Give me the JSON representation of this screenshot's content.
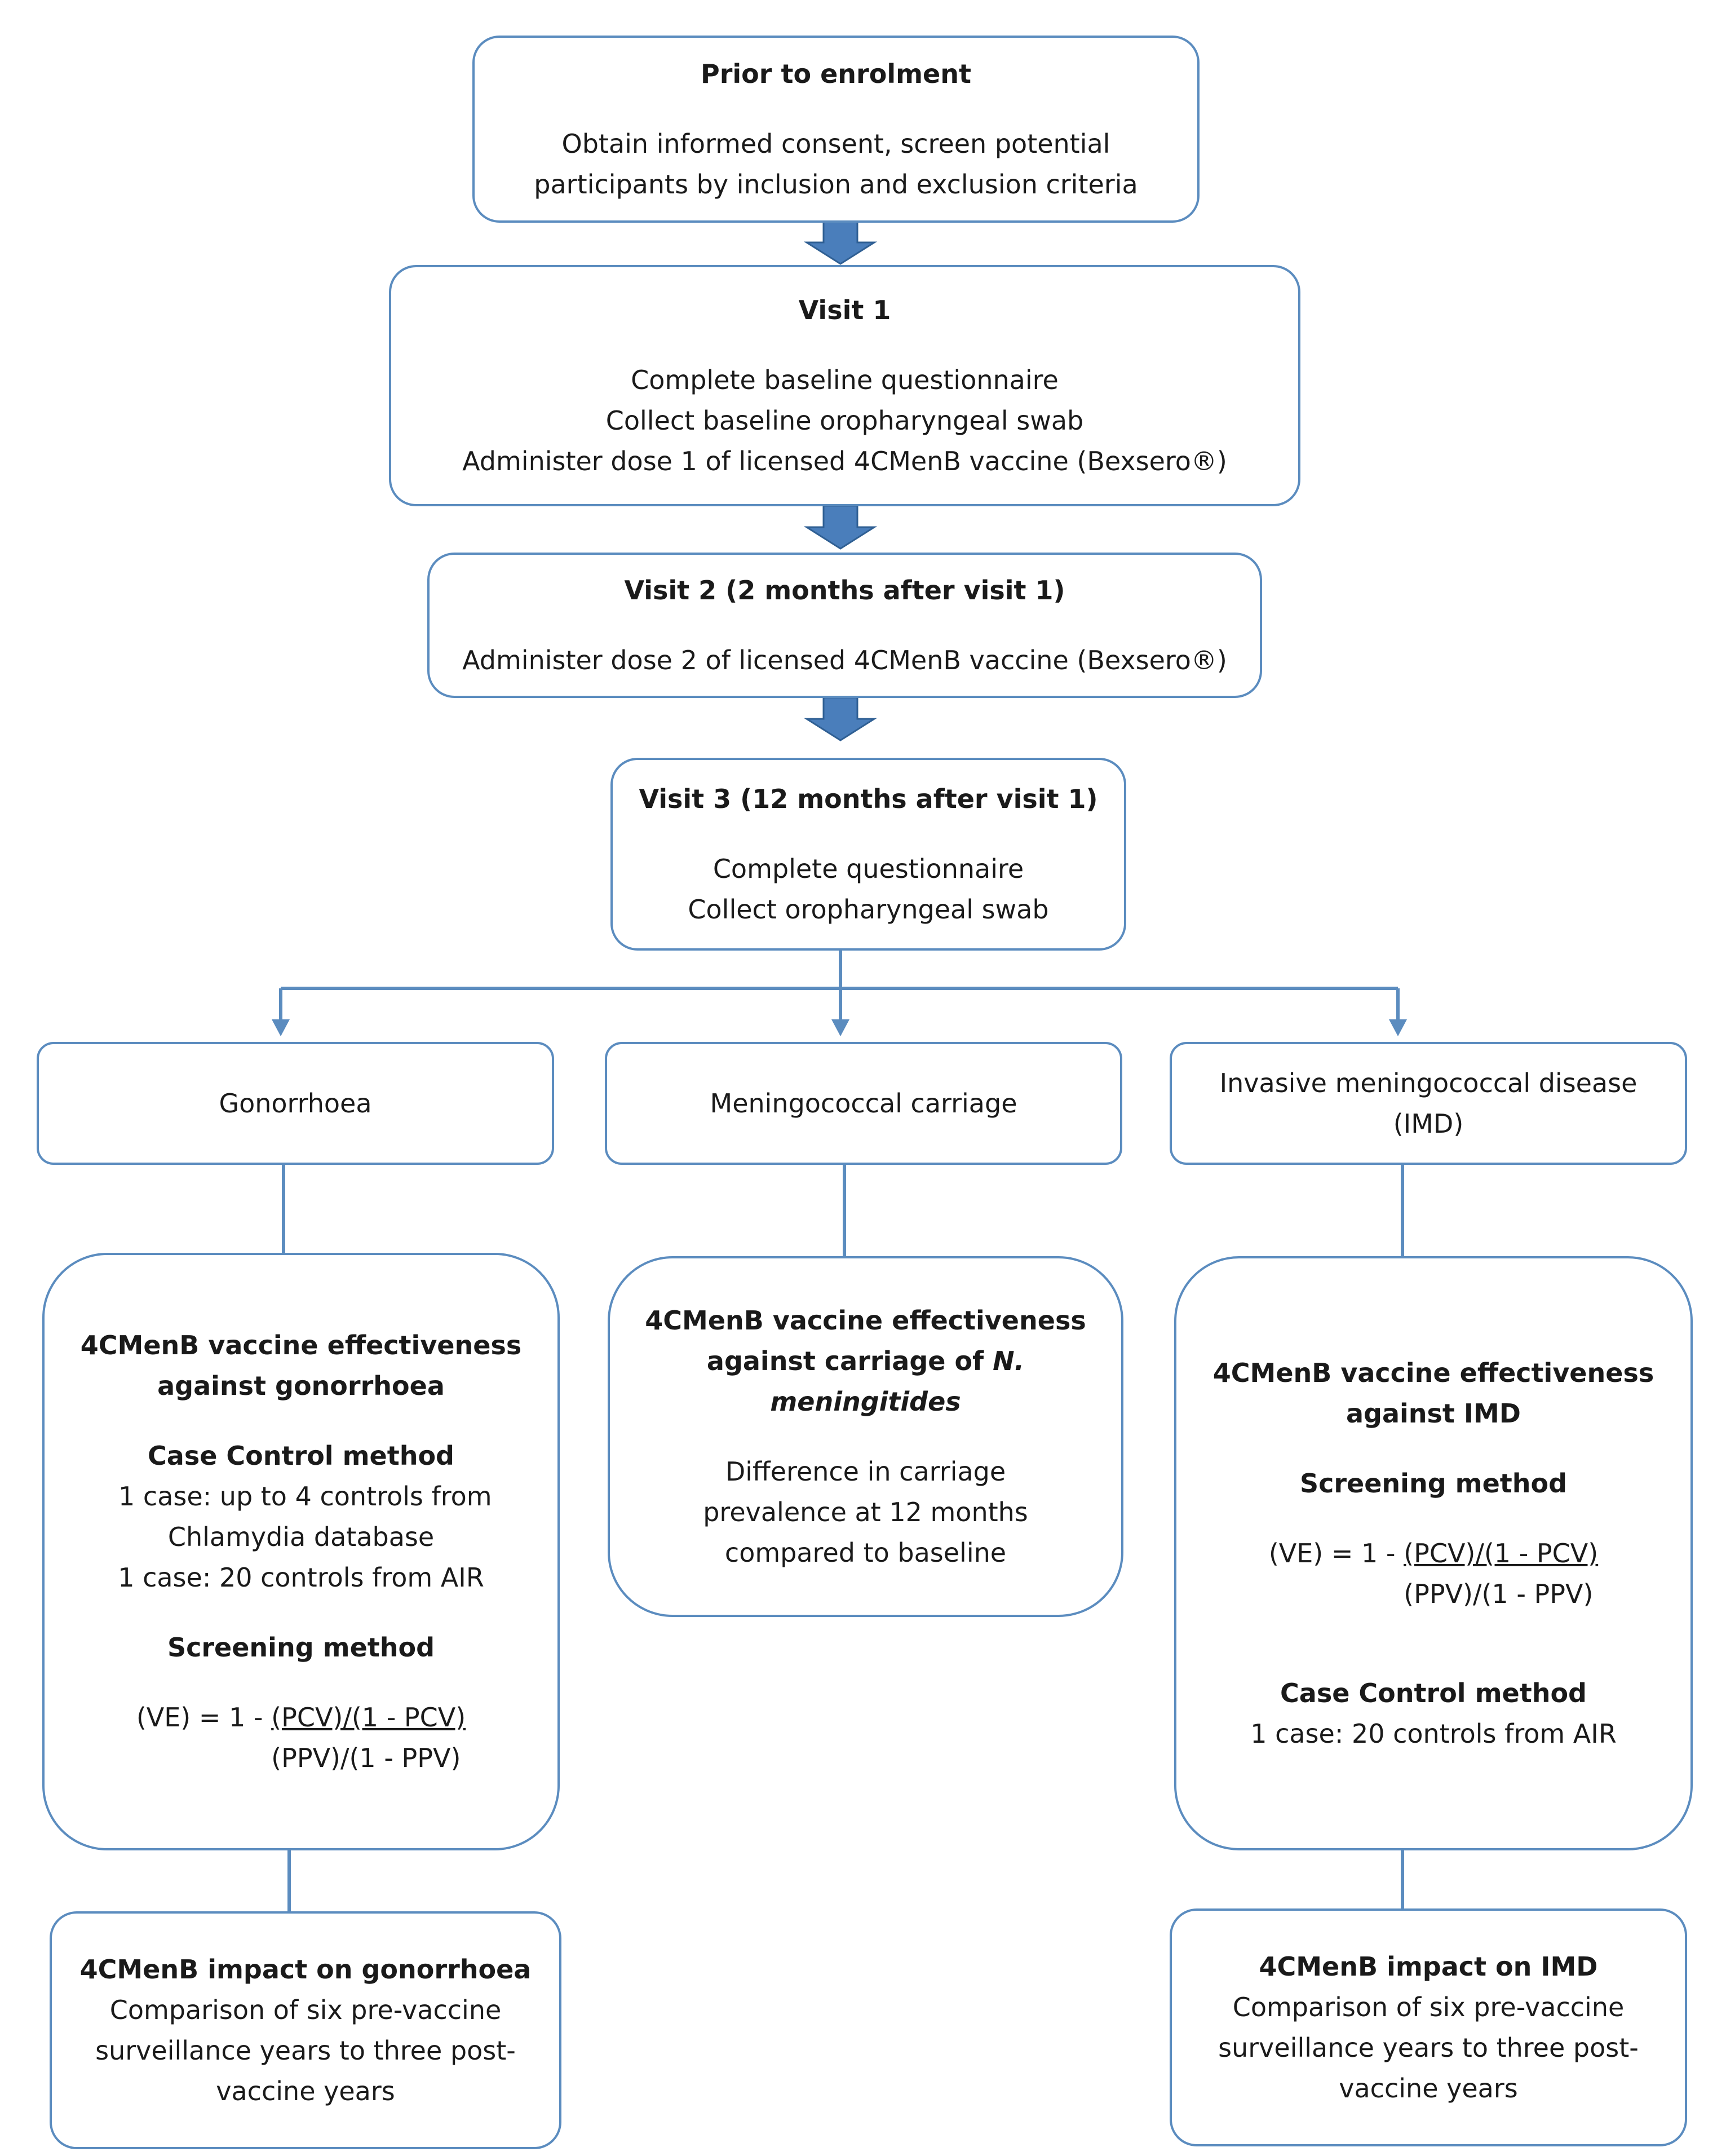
{
  "boxes": {
    "enrol": {
      "title": "Prior to enrolment",
      "lines": [
        "Obtain informed consent, screen potential",
        "participants by inclusion and exclusion criteria"
      ]
    },
    "visit1": {
      "title": "Visit 1",
      "lines": [
        "Complete baseline questionnaire",
        "Collect baseline oropharyngeal swab",
        "Administer dose 1 of licensed 4CMenB vaccine (Bexsero®)"
      ]
    },
    "visit2": {
      "title": "Visit 2 (2 months after visit 1)",
      "lines": [
        "Administer dose 2 of licensed 4CMenB vaccine (Bexsero®)"
      ]
    },
    "visit3": {
      "title": "Visit 3 (12 months after visit 1)",
      "lines": [
        "Complete questionnaire",
        "Collect oropharyngeal swab"
      ]
    },
    "gonorrhoea": {
      "label": "Gonorrhoea"
    },
    "carriage": {
      "label": "Meningococcal carriage"
    },
    "imd": {
      "line1": "Invasive meningococcal disease",
      "line2": "(IMD)"
    },
    "ve_gon": {
      "title1": "4CMenB vaccine effectiveness",
      "title2": "against gonorrhoea",
      "cc_title": "Case Control method",
      "cc_lines": [
        " 1 case: up to 4 controls from",
        "Chlamydia database",
        "1 case: 20 controls from AIR"
      ],
      "sc_title": "Screening method",
      "formula_lhs": "(VE) = 1 - ",
      "formula_num": "(PCV)/(1 - PCV)",
      "formula_den": "(PPV)/(1 - PPV)"
    },
    "ve_car": {
      "title1": "4CMenB vaccine effectiveness",
      "title2": "against carriage of ",
      "title2_bold": "N.",
      "title3": "meningitides",
      "lines": [
        "Difference in carriage",
        "prevalence at 12 months",
        "compared to baseline"
      ]
    },
    "ve_imd": {
      "title1": "4CMenB vaccine effectiveness",
      "title2": "against IMD",
      "sc_title": "Screening method",
      "formula_lhs": "(VE) = 1 - ",
      "formula_num": "(PCV)/(1 - PCV)",
      "formula_den": "(PPV)/(1 - PPV)",
      "cc_title": "Case Control method",
      "cc_line": "1 case: 20 controls from AIR"
    },
    "impact_gon": {
      "lines": [
        "4CMenB impact on gonorrhoea",
        "Comparison of six pre-vaccine",
        "surveillance years to three post-",
        "vaccine years"
      ]
    },
    "impact_imd": {
      "lines": [
        "4CMenB impact on IMD",
        "Comparison of six pre-vaccine",
        "surveillance years to three post-",
        "vaccine years"
      ]
    }
  },
  "colors": {
    "border": "#5b8cbf",
    "arrow": "#4a7ebb",
    "text": "#1a1a1a"
  }
}
